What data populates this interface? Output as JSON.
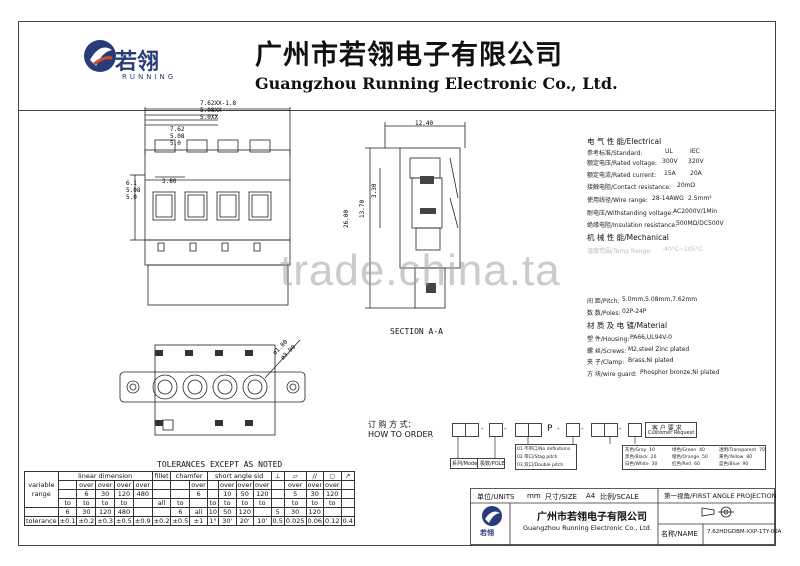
{
  "header": {
    "company_cn": "广州市若翎电子有限公司",
    "company_en": "Guangzhou Running Electronic Co., Ltd.",
    "logo_cn": "若翎",
    "logo_en": "RUNNING"
  },
  "drawing": {
    "dim_top_1": "7.62XX-1.8",
    "dim_top_2": "5.08XX",
    "dim_top_3": "5.0XX",
    "dim_762": "7.62",
    "dim_508": "5.08",
    "dim_50": "5.0",
    "dim_61": "6.1",
    "dim_508b": "5.08",
    "dim_50b": "5.0",
    "dim_380": "3.80",
    "dim_1240": "12.40",
    "dim_1370": "13.70",
    "dim_330": "3.30",
    "dim_2600": "26.00",
    "section": "SECTION A-A",
    "dim_d100": "ø1.00",
    "dim_d300": "ø3.00"
  },
  "specs": {
    "electrical_title": "电 气 性 能/Electrical",
    "standard_label": "参考标准/Standard:",
    "standard_ul": "UL",
    "standard_iec": "IEC",
    "voltage_label": "额定电压/Rated voltage:",
    "voltage_ul": "300V",
    "voltage_iec": "320V",
    "current_label": "额定电流/Rated current:",
    "current_ul": "15A",
    "current_iec": "20A",
    "contact_label": "接触电阻/Contact resistance:",
    "contact_val": "20mΩ",
    "wire_label": "使用线径/Wire range:",
    "wire_val": "28-14AWG",
    "wire_val2": "2.5mm²",
    "withstand_label": "耐电压/Withstanding voltage:",
    "withstand_val": "AC2000V/1Min",
    "insulation_label": "绝缘电阻/Insulation resistance:",
    "insulation_val": "500MΩ/DC500V",
    "mechanical_title": "机 械 性 能/Mechanical",
    "temp_label": "温度范围/Temp Range:",
    "temp_val": "-40°C~105°C",
    "pitch_label": "间 距/Pitch:",
    "pitch_val": "5.0mm,5.08mm,7.62mm",
    "poles_label": "数 数/Poles:",
    "poles_val": "02P-24P",
    "material_title": "材 质 及 电 镀/Material",
    "housing_label": "塑 件/Housing:",
    "housing_val": "PA66,UL94V-0",
    "screws_label": "螺 丝/Screws:",
    "screws_val": "M2,steel Zinc plated",
    "clamp_label": "夹 子/Clamp:",
    "clamp_val": "Brass,Ni plated",
    "wireguard_label": "方 块/wire guard:",
    "wireguard_val": "Phosphor bronze,Ni plated"
  },
  "order": {
    "title_cn": "订 购 方 式：",
    "title_en": "HOW TO ORDER",
    "p_letter": "P",
    "customer": "客 户 要 求",
    "customer_en": "Customer Request",
    "model": "系列/Model",
    "pole": "极数/POLE",
    "pitch_lines": [
      "01.不带口/No definitions",
      "02.带口/Stag pitch",
      "03.双口/Double pitch"
    ],
    "colors": [
      [
        "10",
        "灰色/Gray"
      ],
      [
        "20",
        "黑色/Black"
      ],
      [
        "30",
        "白色/White"
      ],
      [
        "40",
        "绿色/Green"
      ],
      [
        "50",
        "橙色/Orange"
      ],
      [
        "60",
        "红色/Red"
      ],
      [
        "70",
        "透明/Transparent"
      ],
      [
        "80",
        "黄色/Yellow"
      ],
      [
        "90",
        "蓝色/Blue"
      ]
    ]
  },
  "tolerances": {
    "title": "TOLERANCES EXCEPT AS NOTED",
    "linear": "linear dimension",
    "fillet": "fillet",
    "chamfer": "chamfer",
    "angle": "short angle sid",
    "variable": "variable",
    "range": "range",
    "tolerance": "tolerance",
    "to": "to",
    "over": "over",
    "all": "all",
    "lin_ranges": [
      [
        "",
        "6"
      ],
      [
        "6",
        "30"
      ],
      [
        "30",
        "120"
      ],
      [
        "120",
        "480"
      ],
      [
        "480",
        ""
      ]
    ],
    "lin_tol": [
      "±0.1",
      "±0.2",
      "±0.3",
      "±0.5",
      "±0.9"
    ],
    "fillet_tol": "±0.2",
    "chamfer_ranges": [
      [
        "",
        "6"
      ],
      [
        "6",
        ""
      ]
    ],
    "chamfer_tol": [
      "±0.5",
      "±1"
    ],
    "angle_ranges": [
      [
        "",
        "10"
      ],
      [
        "10",
        "50"
      ],
      [
        "50",
        "120"
      ],
      [
        "120",
        ""
      ]
    ],
    "angle_tol": [
      "1°",
      "30'",
      "20'",
      "10'"
    ],
    "geo_ranges": [
      [
        "",
        "5"
      ],
      [
        "5",
        "30"
      ],
      [
        "30",
        "120"
      ]
    ],
    "geo_tol": [
      "0.5",
      "0.025",
      "0.06",
      "0.12",
      "0.4"
    ]
  },
  "titleblock": {
    "units_label": "单位/UNITS",
    "units_val": "mm",
    "size_label": "尺寸/SIZE",
    "size_val": "A4",
    "scale_label": "比例/SCALE",
    "projection": "第一视角/FIRST ANGLE PROJECTION",
    "name_label": "名称/NAME",
    "name_val": "7.62HDGDBM-XXP-1TY-00A",
    "company_cn": "广州市若翎电子有限公司",
    "company_en": "Guangzhou Running Electronic Co., Ltd.",
    "logo_cn": "若翎"
  },
  "watermark": "trade.china.ta"
}
